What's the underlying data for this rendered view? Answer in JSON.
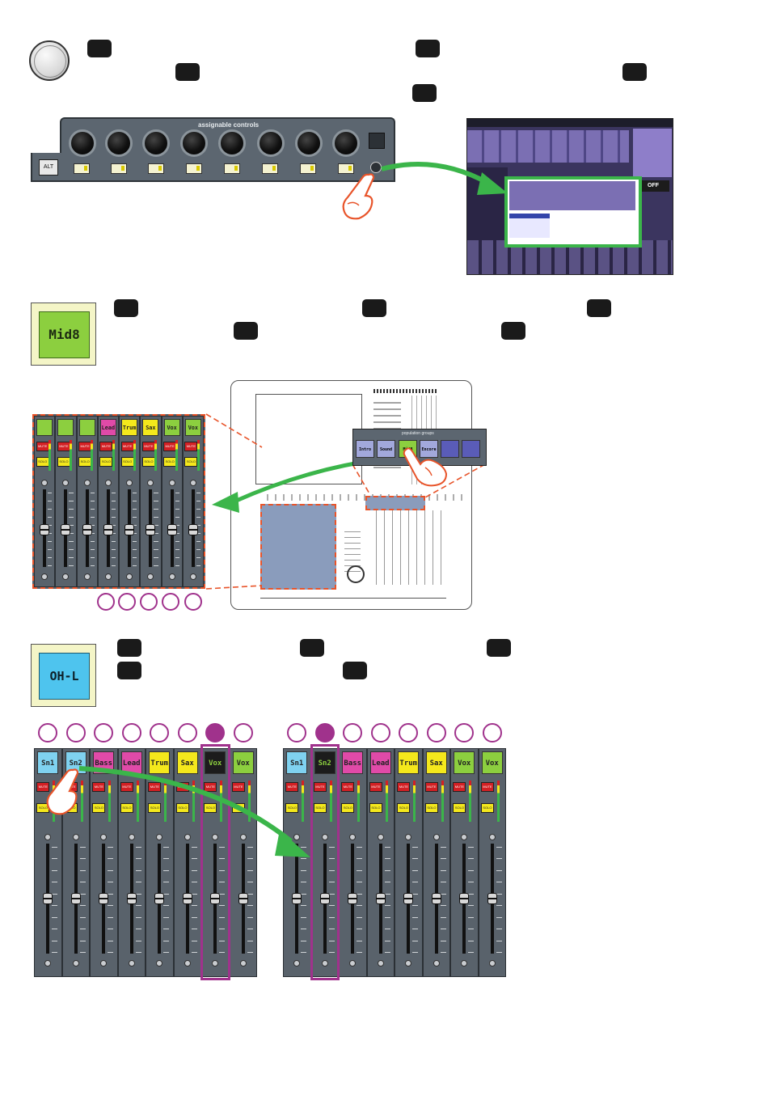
{
  "section_top": {
    "assignable_controls_label": "assignable controls",
    "alt_button_label": "ALT",
    "screen_off_label": "OFF"
  },
  "section_middle": {
    "key_label": "Mid8",
    "channel_labels": [
      "",
      "",
      "",
      "Lead",
      "Trum",
      "Sax",
      "Vox",
      "Vox"
    ],
    "population_groups_label": "population groups",
    "population_buttons": [
      "Intro",
      "Sound",
      "Mid8",
      "Encore",
      "",
      ""
    ]
  },
  "section_bottom": {
    "key_label": "OH-L",
    "left_bank": {
      "channel_labels": [
        "Sn1",
        "Sn2",
        "Bass",
        "Lead",
        "Trum",
        "Sax",
        "Vox",
        "Vox"
      ],
      "selected_index": 6
    },
    "right_bank": {
      "channel_labels": [
        "Sn1",
        "Sn2",
        "Bass",
        "Lead",
        "Trum",
        "Sax",
        "Vox",
        "Vox"
      ],
      "selected_index": 1
    },
    "mute_label": "MUTE",
    "solo_label": "SOLO"
  },
  "colors": {
    "accent_magenta": "#a0328c",
    "arrow_green": "#3bb54a",
    "dashed_orange": "#e8542a",
    "lcd_green": "#8ccf3f",
    "lcd_blue": "#4ec4ee",
    "label_pink": "#e04aa8",
    "label_yellow": "#f4e81c"
  }
}
